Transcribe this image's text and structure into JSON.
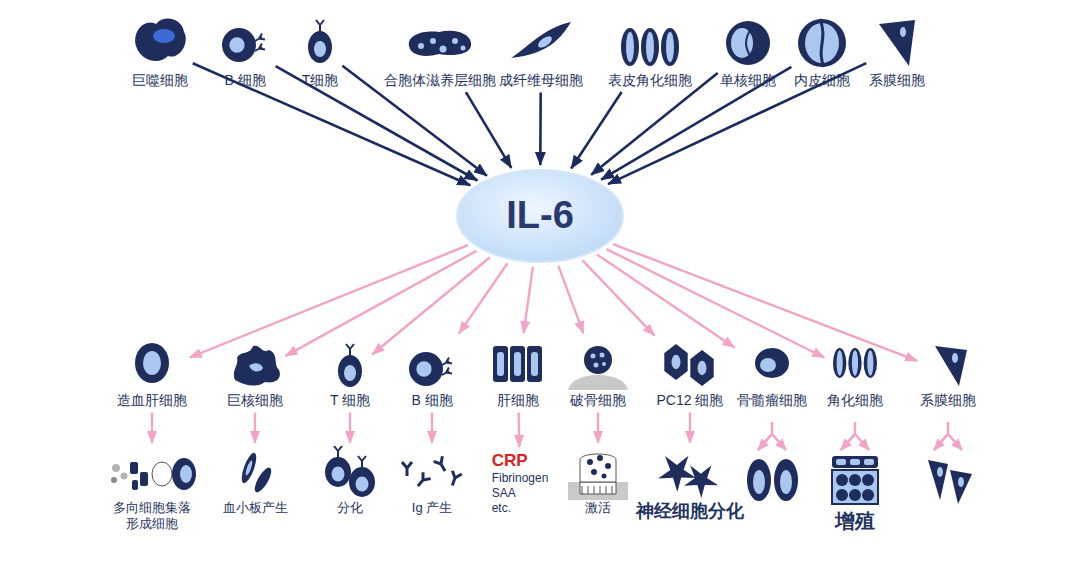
{
  "diagram": {
    "nodes": [
      {
        "text": [
          "巨噬细胞"
        ]
      },
      {
        "text": [
          "B 细胞"
        ]
      },
      {
        "text": [
          "T细胞"
        ]
      },
      {
        "text": [
          "合胞体滋养层细胞"
        ]
      },
      {
        "text": [
          "成纤维母细胞"
        ]
      },
      {
        "text": [
          "表皮角化细胞"
        ]
      },
      {
        "text": [
          "单核细胞"
        ]
      },
      {
        "text": [
          "内皮细胞"
        ]
      },
      {
        "text": [
          "系膜细胞"
        ]
      },
      {
        "text": [
          "IL-6"
        ]
      },
      {
        "text": [
          "造血肝细胞"
        ]
      },
      {
        "text": [
          "巨核细胞"
        ]
      },
      {
        "text": [
          "T 细胞"
        ]
      },
      {
        "text": [
          "B 细胞"
        ]
      },
      {
        "text": [
          "肝细胞"
        ]
      },
      {
        "text": [
          "破骨细胞"
        ]
      },
      {
        "text": [
          "PC12 细胞"
        ]
      },
      {
        "text": [
          "骨髓瘤细胞"
        ]
      },
      {
        "text": [
          "角化细胞"
        ]
      },
      {
        "text": [
          "系膜细胞"
        ]
      },
      {
        "text": [
          "多向细胞集落形成细胞"
        ]
      },
      {
        "text": [
          "血小板产生"
        ]
      },
      {
        "text": [
          "分化"
        ]
      },
      {
        "text": [
          "Ig 产生"
        ]
      },
      {
        "text": [
          "CRP",
          "Fibrinogen",
          "SAA",
          "etc."
        ]
      },
      {
        "text": [
          "激活"
        ]
      },
      {
        "text": [
          "神经细胞分化"
        ]
      }
    ],
    "edges": [
      {
        "from": 0,
        "to": 9,
        "arrow": "to"
      },
      {
        "from": 1,
        "to": 9,
        "arrow": "to"
      },
      {
        "from": 2,
        "to": 9,
        "arrow": "to"
      },
      {
        "from": 3,
        "to": 9,
        "arrow": "to"
      },
      {
        "from": 4,
        "to": 9,
        "arrow": "to"
      },
      {
        "from": 5,
        "to": 9,
        "arrow": "to"
      },
      {
        "from": 6,
        "to": 9,
        "arrow": "to"
      },
      {
        "from": 7,
        "to": 9,
        "arrow": "to"
      },
      {
        "from": 8,
        "to": 9,
        "arrow": "to"
      },
      {
        "from": 9,
        "to": 10,
        "arrow": "to"
      },
      {
        "from": 9,
        "to": 11,
        "arrow": "to"
      },
      {
        "from": 9,
        "to": 12,
        "arrow": "to"
      },
      {
        "from": 9,
        "to": 13,
        "arrow": "to"
      },
      {
        "from": 9,
        "to": 14,
        "arrow": "to"
      },
      {
        "from": 9,
        "to": 15,
        "arrow": "to"
      },
      {
        "from": 9,
        "to": 16,
        "arrow": "to"
      },
      {
        "from": 9,
        "to": 17,
        "arrow": "to"
      },
      {
        "from": 9,
        "to": 18,
        "arrow": "to"
      },
      {
        "from": 9,
        "to": 19,
        "arrow": "to"
      },
      {
        "from": 10,
        "to": 20,
        "arrow": "to"
      },
      {
        "from": 11,
        "to": 21,
        "arrow": "to"
      },
      {
        "from": 12,
        "to": 22,
        "arrow": "to"
      },
      {
        "from": 13,
        "to": 23,
        "arrow": "to"
      },
      {
        "from": 14,
        "to": 24,
        "arrow": "to"
      },
      {
        "from": 15,
        "to": 25,
        "arrow": "to"
      },
      {
        "from": 16,
        "to": 26,
        "arrow": "to"
      }
    ],
    "labels": [
      "增殖"
    ]
  }
}
